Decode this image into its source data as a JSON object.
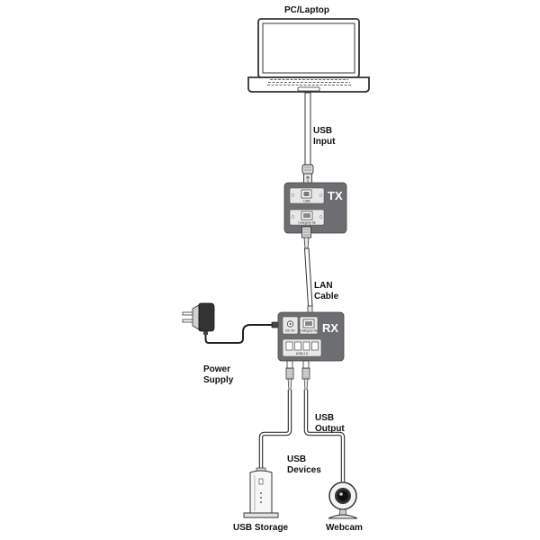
{
  "labels": {
    "pc_laptop": "PC/Laptop",
    "usb_input": "USB\nInput",
    "lan_cable": "LAN\nCable",
    "power_supply": "Power\nSupply",
    "usb_output": "USB\nOutput",
    "usb_devices": "USB\nDevices",
    "usb_storage": "USB Storage",
    "webcam": "Webcam"
  },
  "tx": {
    "title": "TX",
    "port_usb_label": "USB",
    "port_lan_label": "Category 5e"
  },
  "rx": {
    "title": "RX",
    "port_dc_label": "DC 5V",
    "port_lan_label": "Category 5e",
    "port_usb_label": "USB 2.0"
  },
  "colors": {
    "device_box": "#6d6e71",
    "port_plate": "#e8e8e8",
    "cable": "#333333",
    "cable_fill": "#ffffff",
    "connector": "#d9d9d9"
  },
  "icons": {
    "laptop": "laptop-icon",
    "power_adapter": "power-adapter-icon",
    "usb_storage": "usb-storage-icon",
    "webcam": "webcam-icon"
  }
}
